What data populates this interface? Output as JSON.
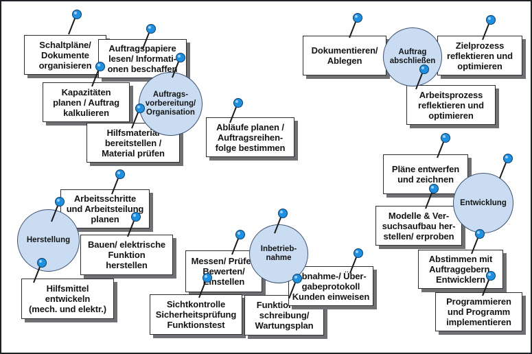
{
  "colors": {
    "background": "#ffffff",
    "card_border": "#2a2a2a",
    "card_shadow": "#6e7074",
    "circle_fill": "#c9dcf2",
    "pin_fill": "#1f8fe0"
  },
  "circles": {
    "auftragsvorbereitung": "Auftrags-\nvorbereitung/\nOrganisation",
    "auftrag_abschliessen": "Auftrag\nabschließen",
    "entwicklung": "Entwicklung",
    "herstellung": "Herstellung",
    "inbetriebnahme": "Inbetrieb-\nnahme"
  },
  "cards": {
    "schaltplaene": "Schaltpläne/\nDokumente\norganisieren",
    "auftragspapiere": "Auftragspapiere\nlesen/ Informati-\nonen beschaffen",
    "kapazitaeten": "Kapazitäten\nplanen / Auftrag\nkalkulieren",
    "hilfsmaterial": "Hilfsmaterial\nbereitstellen /\nMaterial prüfen",
    "ablaeufe": "Abläufe planen /\nAuftragsreihen-\nfolge bestimmen",
    "dokumentieren": "Dokumentieren/\nAblegen",
    "zielprozess": "Zielprozess\nreflektieren und\noptimieren",
    "arbeitsprozess": "Arbeitsprozess\nreflektieren und\noptimieren",
    "plaene": "Pläne entwerfen\nund zeichnen",
    "modelle": "Modelle & Ver-\nsuchsaufbau her-\nstellen/ erproben",
    "abstimmen": "Abstimmen mit\nAuftraggebern,\nEntwicklern",
    "programmieren": "Programmieren\nund Programm\nimplementieren",
    "arbeitsschritte": "Arbeitsschritte\nund Arbeitsteilung\nplanen",
    "bauen": "Bauen/ elektrische\nFunktion\nherstellen",
    "hilfsmittel": "Hilfsmittel\nentwickeln\n(mech. und elektr.)",
    "messen": "Messen/ Prüfen\nBewerten/\nEinstellen",
    "sichtkontrolle": "Sichtkontrolle\nSicherheitsprüfung\nFunktionstest",
    "funktionsbeschreibung": "Funktionsbe-\nschreibung/\nWartungsplan",
    "abnahme": "Abnahme-/ Über-\ngabeprotokoll\nKunden einweisen"
  }
}
